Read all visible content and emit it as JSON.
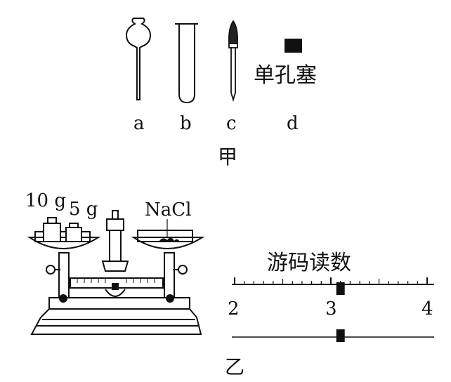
{
  "figure_jia": {
    "apparatus_labels": [
      "a",
      "b",
      "c",
      "d"
    ],
    "stopper_label": "单孔塞",
    "caption": "甲"
  },
  "figure_yi": {
    "weight_labels": [
      "10 g",
      "5 g"
    ],
    "substance_label": "NaCl",
    "rider_title": "游码读数",
    "rider_scale": {
      "ticks": [
        "2",
        "3",
        "4"
      ],
      "min": 2,
      "max": 4,
      "minor_divisions": 10,
      "rider_value": 3.1
    },
    "caption": "乙"
  }
}
